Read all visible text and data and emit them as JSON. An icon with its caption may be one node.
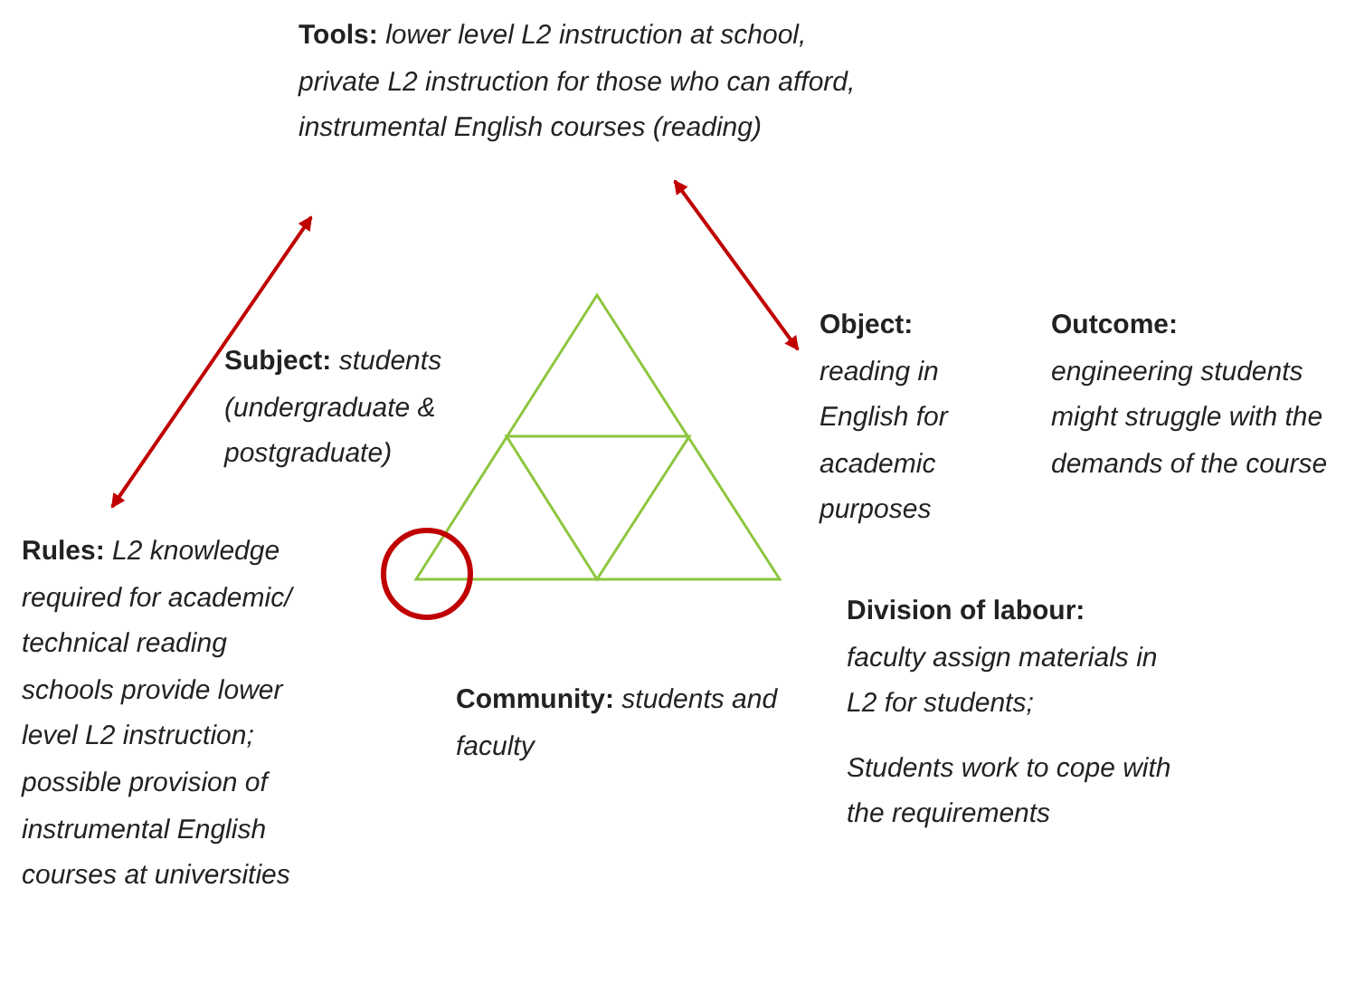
{
  "diagram": {
    "nodes": [
      {
        "text": [
          "**Tools:** *lower level L2 instruction at school, private L2 instruction for those who can afford, instrumental English courses (reading)*"
        ]
      },
      {
        "text": [
          "**Subject:** *students (undergraduate & postgraduate)*"
        ]
      },
      {
        "text": [
          "Object:",
          "reading in English for academic purposes"
        ]
      },
      {
        "text": [
          "Outcome:",
          "engineering students might struggle with the demands of the course"
        ]
      },
      {
        "text": [
          "**Rules:** *L2 knowledge required for academic/ technical reading*",
          "schools provide lower level L2 instruction; possible provision of instrumental English courses at universities"
        ]
      },
      {
        "text": [
          "**Community:** *students and faculty*"
        ]
      },
      {
        "text": [
          "Division of labour:",
          "faculty assign materials in L2 for students;",
          "Students work to cope with the requirements"
        ]
      }
    ],
    "edges": [
      {
        "from": 0,
        "to": 4,
        "arrow": "both",
        "color": "#c00000"
      },
      {
        "from": 0,
        "to": 2,
        "arrow": "both",
        "color": "#c00000"
      }
    ]
  }
}
